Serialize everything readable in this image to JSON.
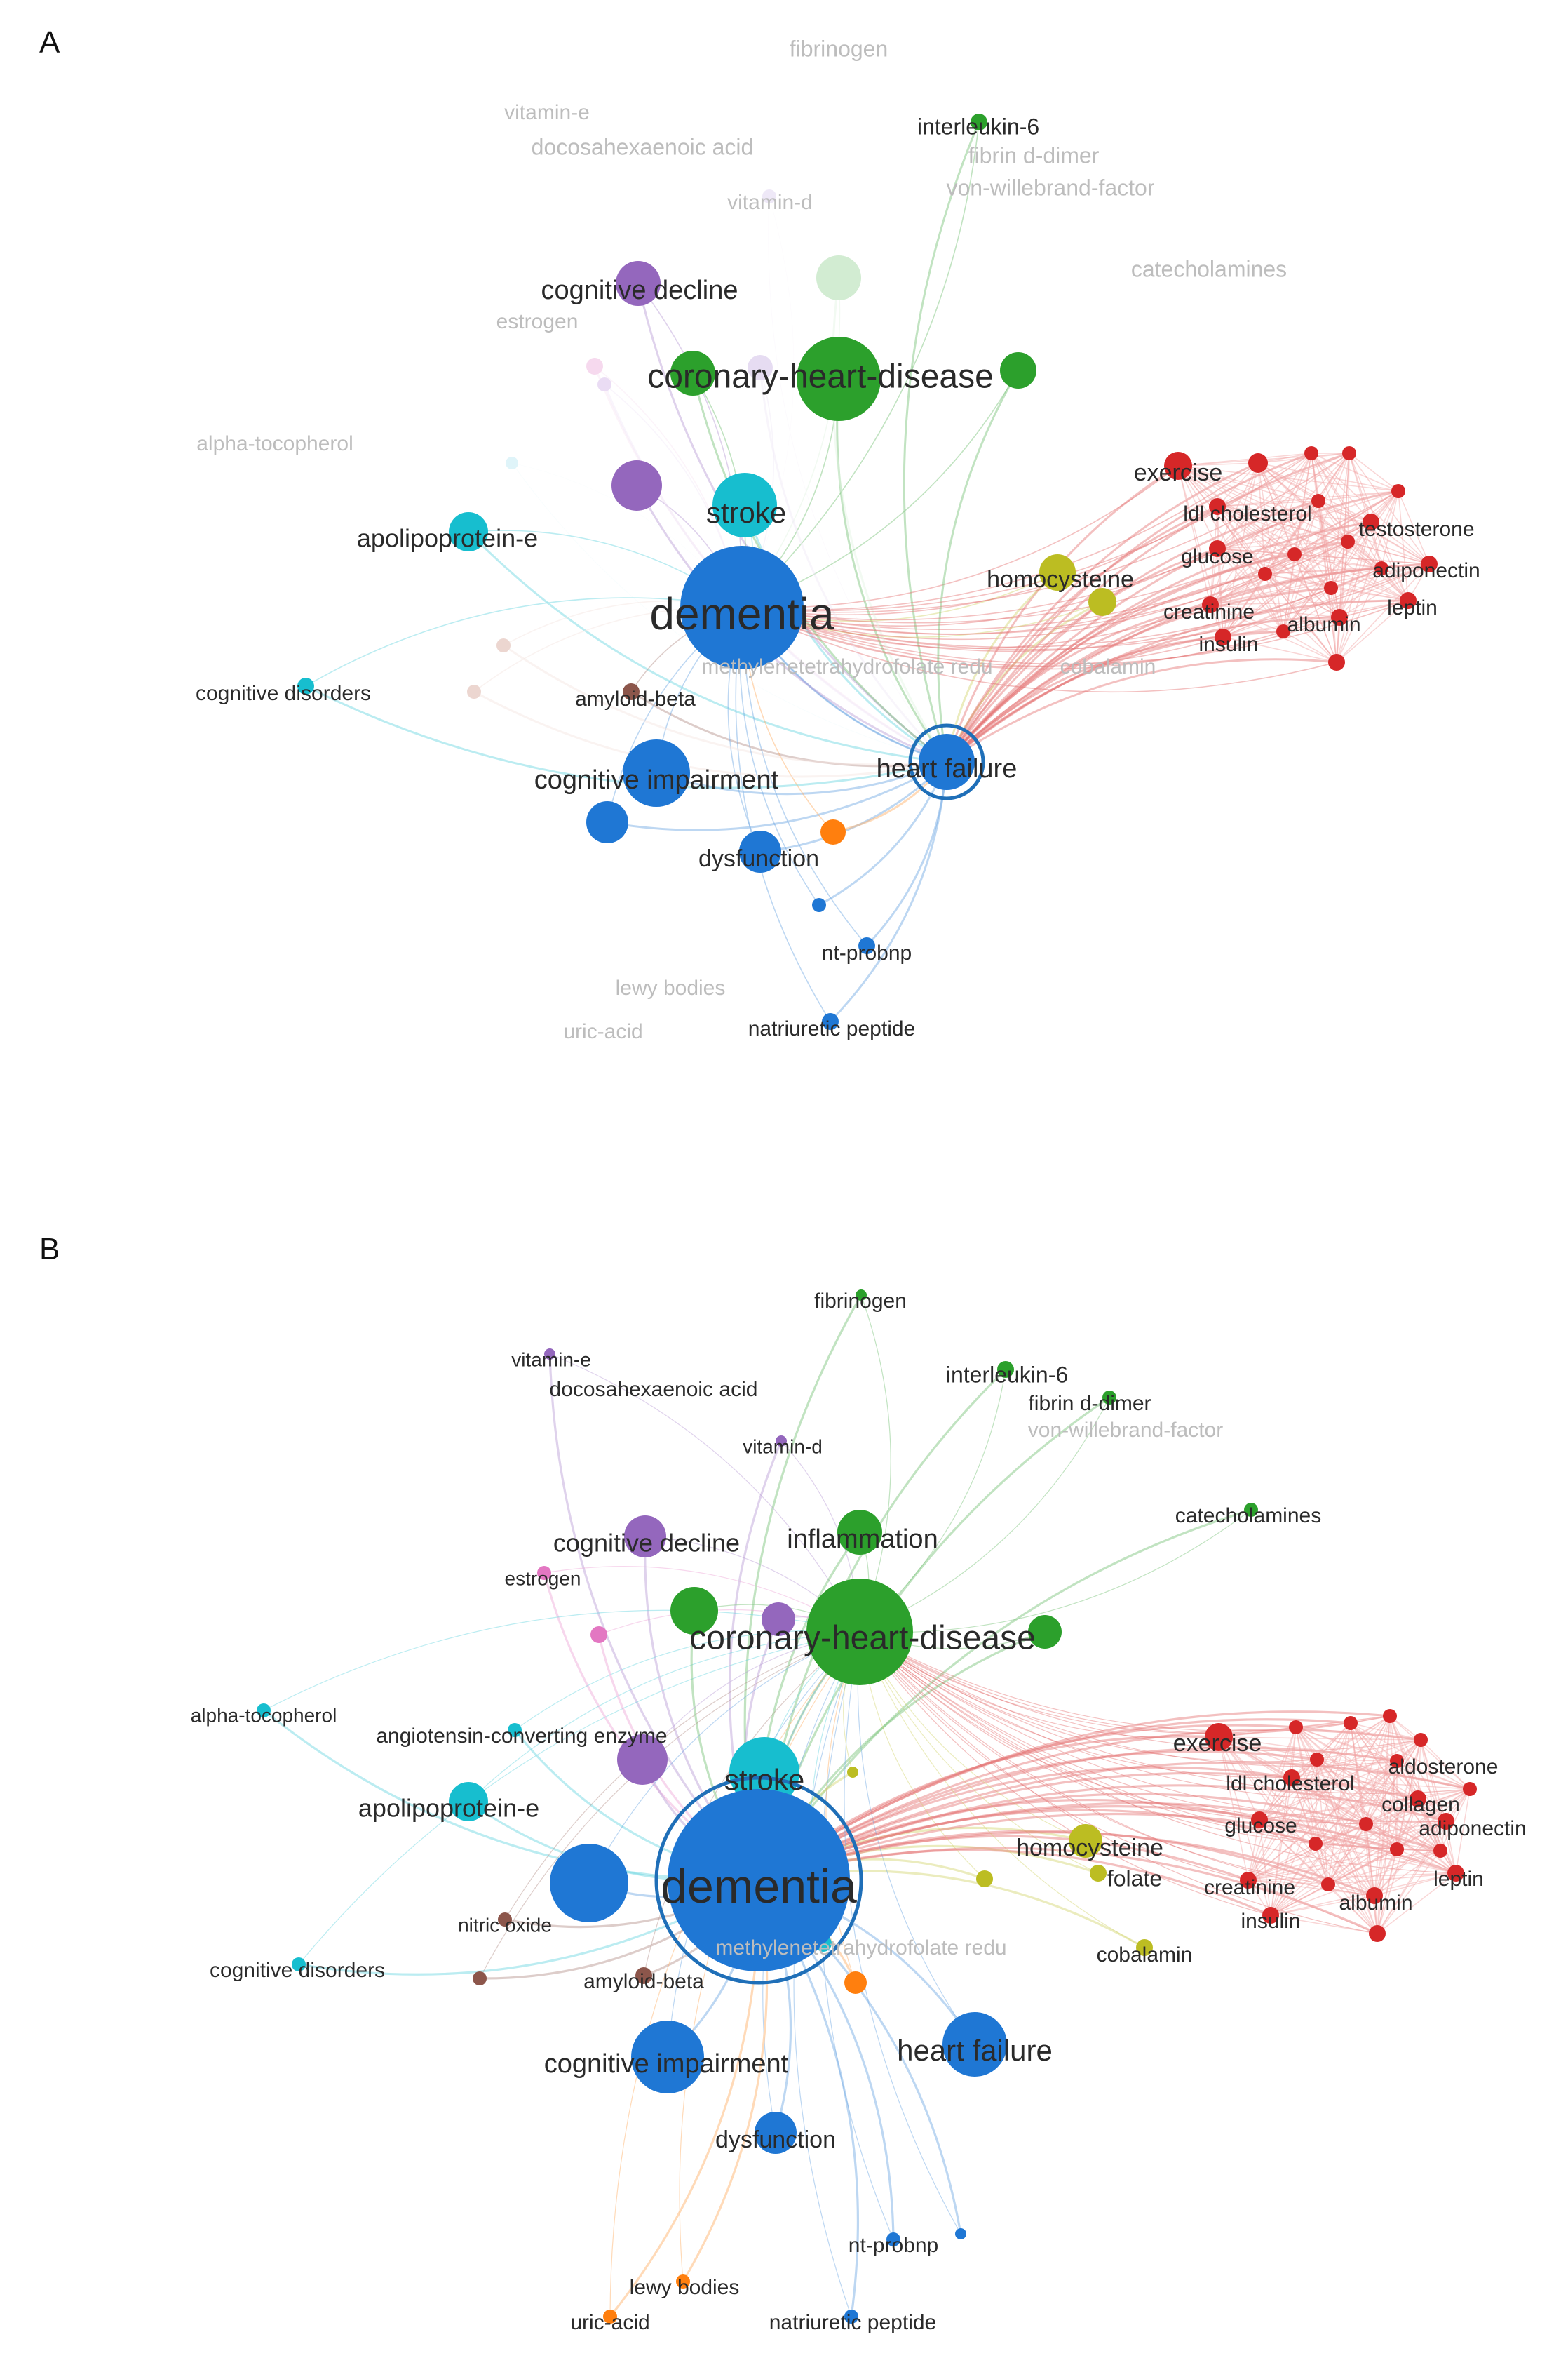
{
  "panels": [
    {
      "letter": "A",
      "nodes": [
        {
          "label": "fibrinogen",
          "color": "#bfe5bf",
          "dim": true
        },
        {
          "label": "vitamin-e",
          "color": "#dcd0ee",
          "dim": true
        },
        {
          "label": "interleukin-6",
          "color": "#2ca02c",
          "dim": false
        },
        {
          "label": "docosahexaenoic acid",
          "color": "#dcd0ee",
          "dim": true
        },
        {
          "label": "fibrin d-dimer",
          "color": "#bfe5bf",
          "dim": true
        },
        {
          "label": "von-willebrand-factor",
          "color": "#bfe5bf",
          "dim": true
        },
        {
          "label": "vitamin-d",
          "color": "#dcd0ee",
          "dim": true
        },
        {
          "label": "catecholamines",
          "color": "#bfe5bf",
          "dim": true
        },
        {
          "label": "cognitive decline",
          "color": "#9467bd",
          "dim": false
        },
        {
          "label": "estrogen",
          "color": "#f3c9e6",
          "dim": true
        },
        {
          "label": "coronary-heart-disease",
          "color": "#2ca02c",
          "dim": false
        },
        {
          "label": "alpha-tocopherol",
          "color": "#bfe8f2",
          "dim": true
        },
        {
          "label": "exercise",
          "color": "#d62728",
          "dim": false
        },
        {
          "label": "ldl cholesterol",
          "color": "#d62728",
          "dim": false
        },
        {
          "label": "testosterone",
          "color": "#d62728",
          "dim": false
        },
        {
          "label": "stroke",
          "color": "#17becf",
          "dim": false
        },
        {
          "label": "apolipoprotein-e",
          "color": "#17becf",
          "dim": false
        },
        {
          "label": "glucose",
          "color": "#d62728",
          "dim": false
        },
        {
          "label": "adiponectin",
          "color": "#d62728",
          "dim": false
        },
        {
          "label": "homocysteine",
          "color": "#bcbd22",
          "dim": false
        },
        {
          "label": "dementia",
          "color": "#1f77d4",
          "dim": false
        },
        {
          "label": "creatinine",
          "color": "#d62728",
          "dim": false
        },
        {
          "label": "leptin",
          "color": "#d62728",
          "dim": false
        },
        {
          "label": "albumin",
          "color": "#d62728",
          "dim": false
        },
        {
          "label": "insulin",
          "color": "#d62728",
          "dim": false
        },
        {
          "label": "methylenetetrahydrofolate redu",
          "color": "#dadada",
          "dim": true
        },
        {
          "label": "cobalamin",
          "color": "#dadada",
          "dim": true
        },
        {
          "label": "cognitive disorders",
          "color": "#17becf",
          "dim": false
        },
        {
          "label": "amyloid-beta",
          "color": "#8c564b",
          "dim": false
        },
        {
          "label": "heart failure",
          "color": "#1f77d4",
          "dim": false
        },
        {
          "label": "cognitive impairment",
          "color": "#1f77d4",
          "dim": false
        },
        {
          "label": "dysfunction",
          "color": "#1f77d4",
          "dim": false
        },
        {
          "label": "nt-probnp",
          "color": "#1f77d4",
          "dim": false
        },
        {
          "label": "lewy bodies",
          "color": "#f7c9a8",
          "dim": true
        },
        {
          "label": "uric-acid",
          "color": "#f7c9a8",
          "dim": true
        },
        {
          "label": "natriuretic peptide",
          "color": "#1f77d4",
          "dim": false
        }
      ]
    },
    {
      "letter": "B",
      "nodes": [
        {
          "label": "fibrinogen",
          "color": "#2ca02c",
          "dim": false
        },
        {
          "label": "vitamin-e",
          "color": "#9467bd",
          "dim": false
        },
        {
          "label": "interleukin-6",
          "color": "#2ca02c",
          "dim": false
        },
        {
          "label": "docosahexaenoic acid",
          "color": "#9467bd",
          "dim": false
        },
        {
          "label": "fibrin d-dimer",
          "color": "#2ca02c",
          "dim": false
        },
        {
          "label": "von-willebrand-factor",
          "color": "#bfe5bf",
          "dim": true
        },
        {
          "label": "vitamin-d",
          "color": "#9467bd",
          "dim": false
        },
        {
          "label": "catecholamines",
          "color": "#2ca02c",
          "dim": false
        },
        {
          "label": "cognitive decline",
          "color": "#9467bd",
          "dim": false
        },
        {
          "label": "inflammation",
          "color": "#2ca02c",
          "dim": false
        },
        {
          "label": "estrogen",
          "color": "#e377c2",
          "dim": false
        },
        {
          "label": "coronary-heart-disease",
          "color": "#2ca02c",
          "dim": false
        },
        {
          "label": "alpha-tocopherol",
          "color": "#17becf",
          "dim": false
        },
        {
          "label": "angiotensin-converting enzyme",
          "color": "#17becf",
          "dim": false
        },
        {
          "label": "exercise",
          "color": "#d62728",
          "dim": false
        },
        {
          "label": "aldosterone",
          "color": "#d62728",
          "dim": false
        },
        {
          "label": "stroke",
          "color": "#17becf",
          "dim": false
        },
        {
          "label": "ldl cholesterol",
          "color": "#d62728",
          "dim": false
        },
        {
          "label": "collagen",
          "color": "#d62728",
          "dim": false
        },
        {
          "label": "apolipoprotein-e",
          "color": "#17becf",
          "dim": false
        },
        {
          "label": "glucose",
          "color": "#d62728",
          "dim": false
        },
        {
          "label": "adiponectin",
          "color": "#d62728",
          "dim": false
        },
        {
          "label": "homocysteine",
          "color": "#bcbd22",
          "dim": false
        },
        {
          "label": "folate",
          "color": "#bcbd22",
          "dim": false
        },
        {
          "label": "dementia",
          "color": "#1f77d4",
          "dim": false
        },
        {
          "label": "creatinine",
          "color": "#d62728",
          "dim": false
        },
        {
          "label": "leptin",
          "color": "#d62728",
          "dim": false
        },
        {
          "label": "albumin",
          "color": "#d62728",
          "dim": false
        },
        {
          "label": "insulin",
          "color": "#d62728",
          "dim": false
        },
        {
          "label": "nitric oxide",
          "color": "#8c564b",
          "dim": false
        },
        {
          "label": "methylenetetrahydrofolate redu",
          "color": "#dadada",
          "dim": true
        },
        {
          "label": "cobalamin",
          "color": "#bcbd22",
          "dim": false
        },
        {
          "label": "cognitive disorders",
          "color": "#17becf",
          "dim": false
        },
        {
          "label": "amyloid-beta",
          "color": "#8c564b",
          "dim": false
        },
        {
          "label": "heart failure",
          "color": "#1f77d4",
          "dim": false
        },
        {
          "label": "cognitive impairment",
          "color": "#1f77d4",
          "dim": false
        },
        {
          "label": "dysfunction",
          "color": "#1f77d4",
          "dim": false
        },
        {
          "label": "nt-probnp",
          "color": "#1f77d4",
          "dim": false
        },
        {
          "label": "lewy bodies",
          "color": "#ff7f0e",
          "dim": false
        },
        {
          "label": "uric-acid",
          "color": "#ff7f0e",
          "dim": false
        },
        {
          "label": "natriuretic peptide",
          "color": "#1f77d4",
          "dim": false
        }
      ]
    }
  ]
}
